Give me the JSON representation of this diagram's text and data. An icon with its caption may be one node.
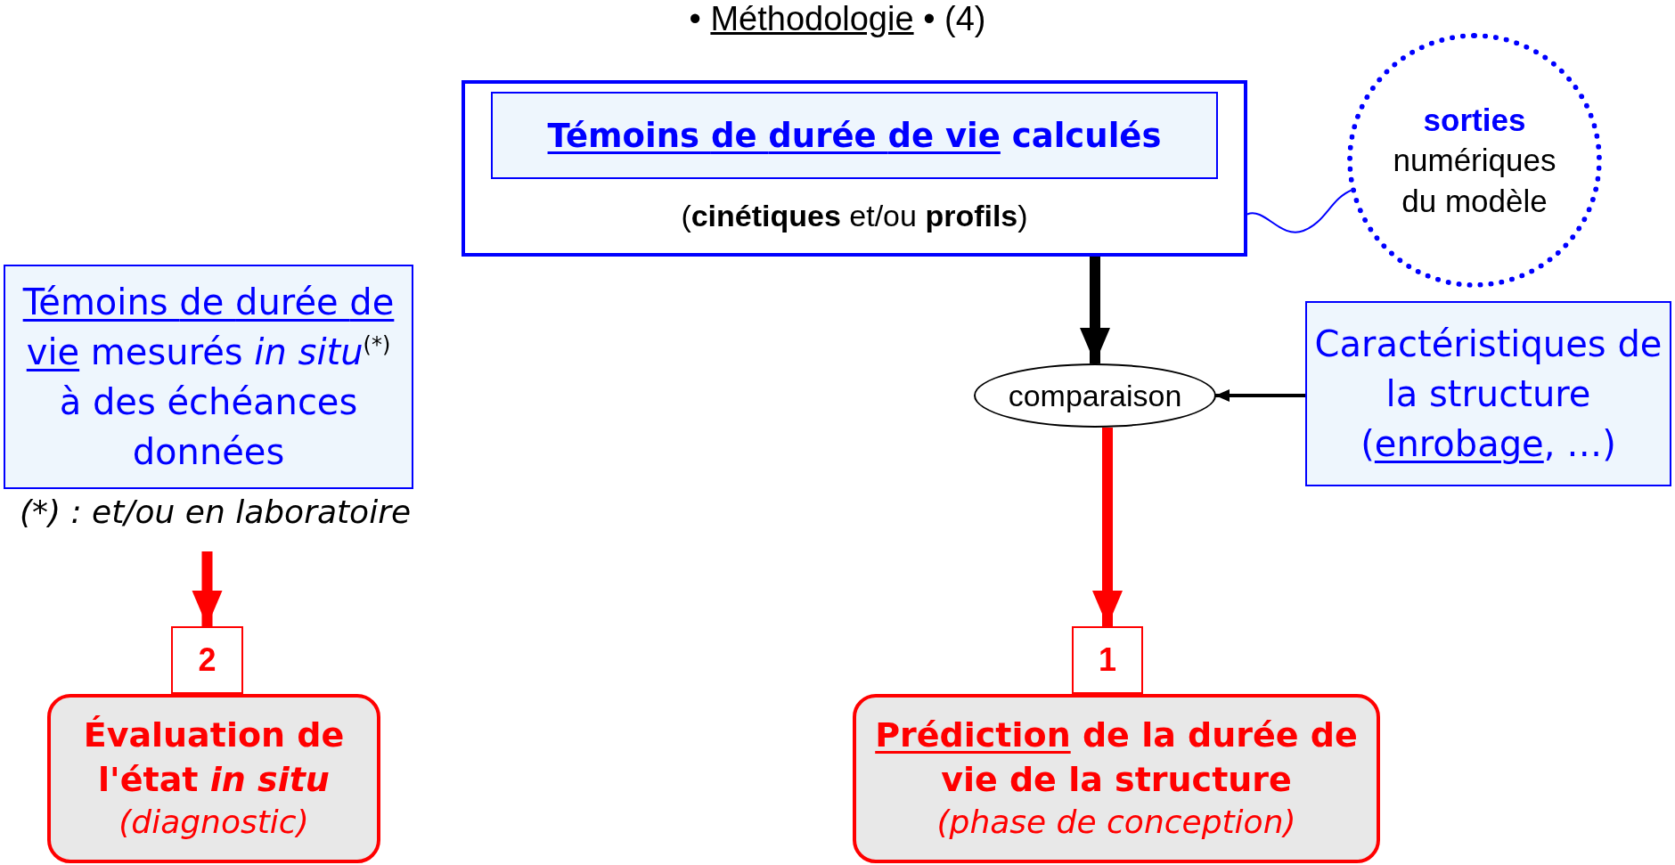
{
  "diagram": {
    "title": "• Méthodologie • (4)",
    "nodes": [
      {
        "text": [
          "(**cinétiques** et/ou **profils**)"
        ]
      },
      {
        "text": [
          "Témoins de durée de vie calculés"
        ],
        "in": 0
      },
      {
        "text": [
          "**sorties** numériques du modèle"
        ]
      },
      {
        "text": [
          "Témoins de durée de vie mesurés *in situ*$^{(*)}$ à des échéances données"
        ],
        "beside": [
          "(*) : et/ou en laboratoire"
        ]
      },
      {
        "text": [
          "comparaison"
        ]
      },
      {
        "text": [
          "Caractéristiques de la structure (enrobage, …)"
        ]
      },
      {
        "text": [
          "2"
        ]
      },
      {
        "text": [
          "Évaluation de l'état *in situ*",
          "(diagnostic)"
        ]
      },
      {
        "text": [
          "1"
        ]
      },
      {
        "text": [
          "Prédiction de la durée de vie de la structure",
          "(phase de conception)"
        ]
      }
    ],
    "edges": [
      {
        "from": 0,
        "to": 4,
        "arrow": "to"
      },
      {
        "from": 5,
        "to": 4,
        "arrow": "to"
      },
      {
        "from": 4,
        "to": 8,
        "arrow": "to",
        "color": "#ff0000"
      },
      {
        "from": 3,
        "to": 6,
        "arrow": "to",
        "color": "#ff0000"
      },
      {
        "from": 2,
        "to": 0,
        "arrow": "none",
        "color": "#0000ff"
      }
    ]
  }
}
